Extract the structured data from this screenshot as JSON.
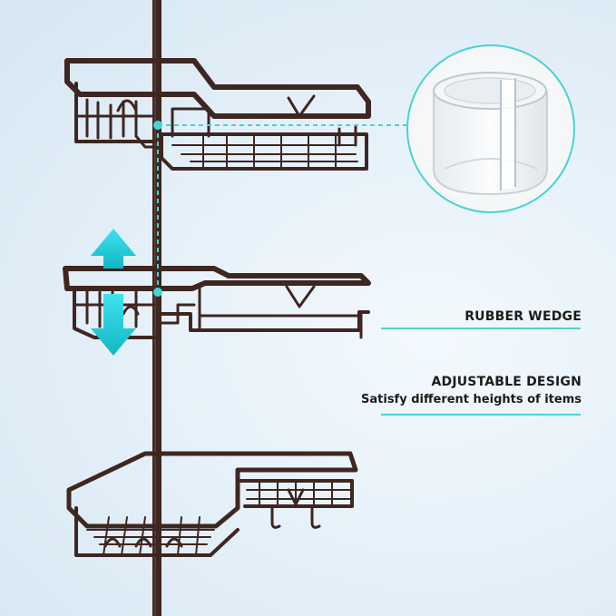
{
  "labels": {
    "rubber_wedge": "RUBBER WEDGE",
    "adjustable_design": "ADJUSTABLE DESIGN",
    "adjustable_subtitle": "Satisfy different heights of items"
  },
  "colors": {
    "accent": "#49d3d1",
    "arrow": "#2bd3e0",
    "metal": "#3e2621",
    "background": "#e3eff8"
  },
  "icons": {
    "arrow": "double-vertical-arrow-icon",
    "zoom": "rubber-wedge-zoom-circle"
  }
}
